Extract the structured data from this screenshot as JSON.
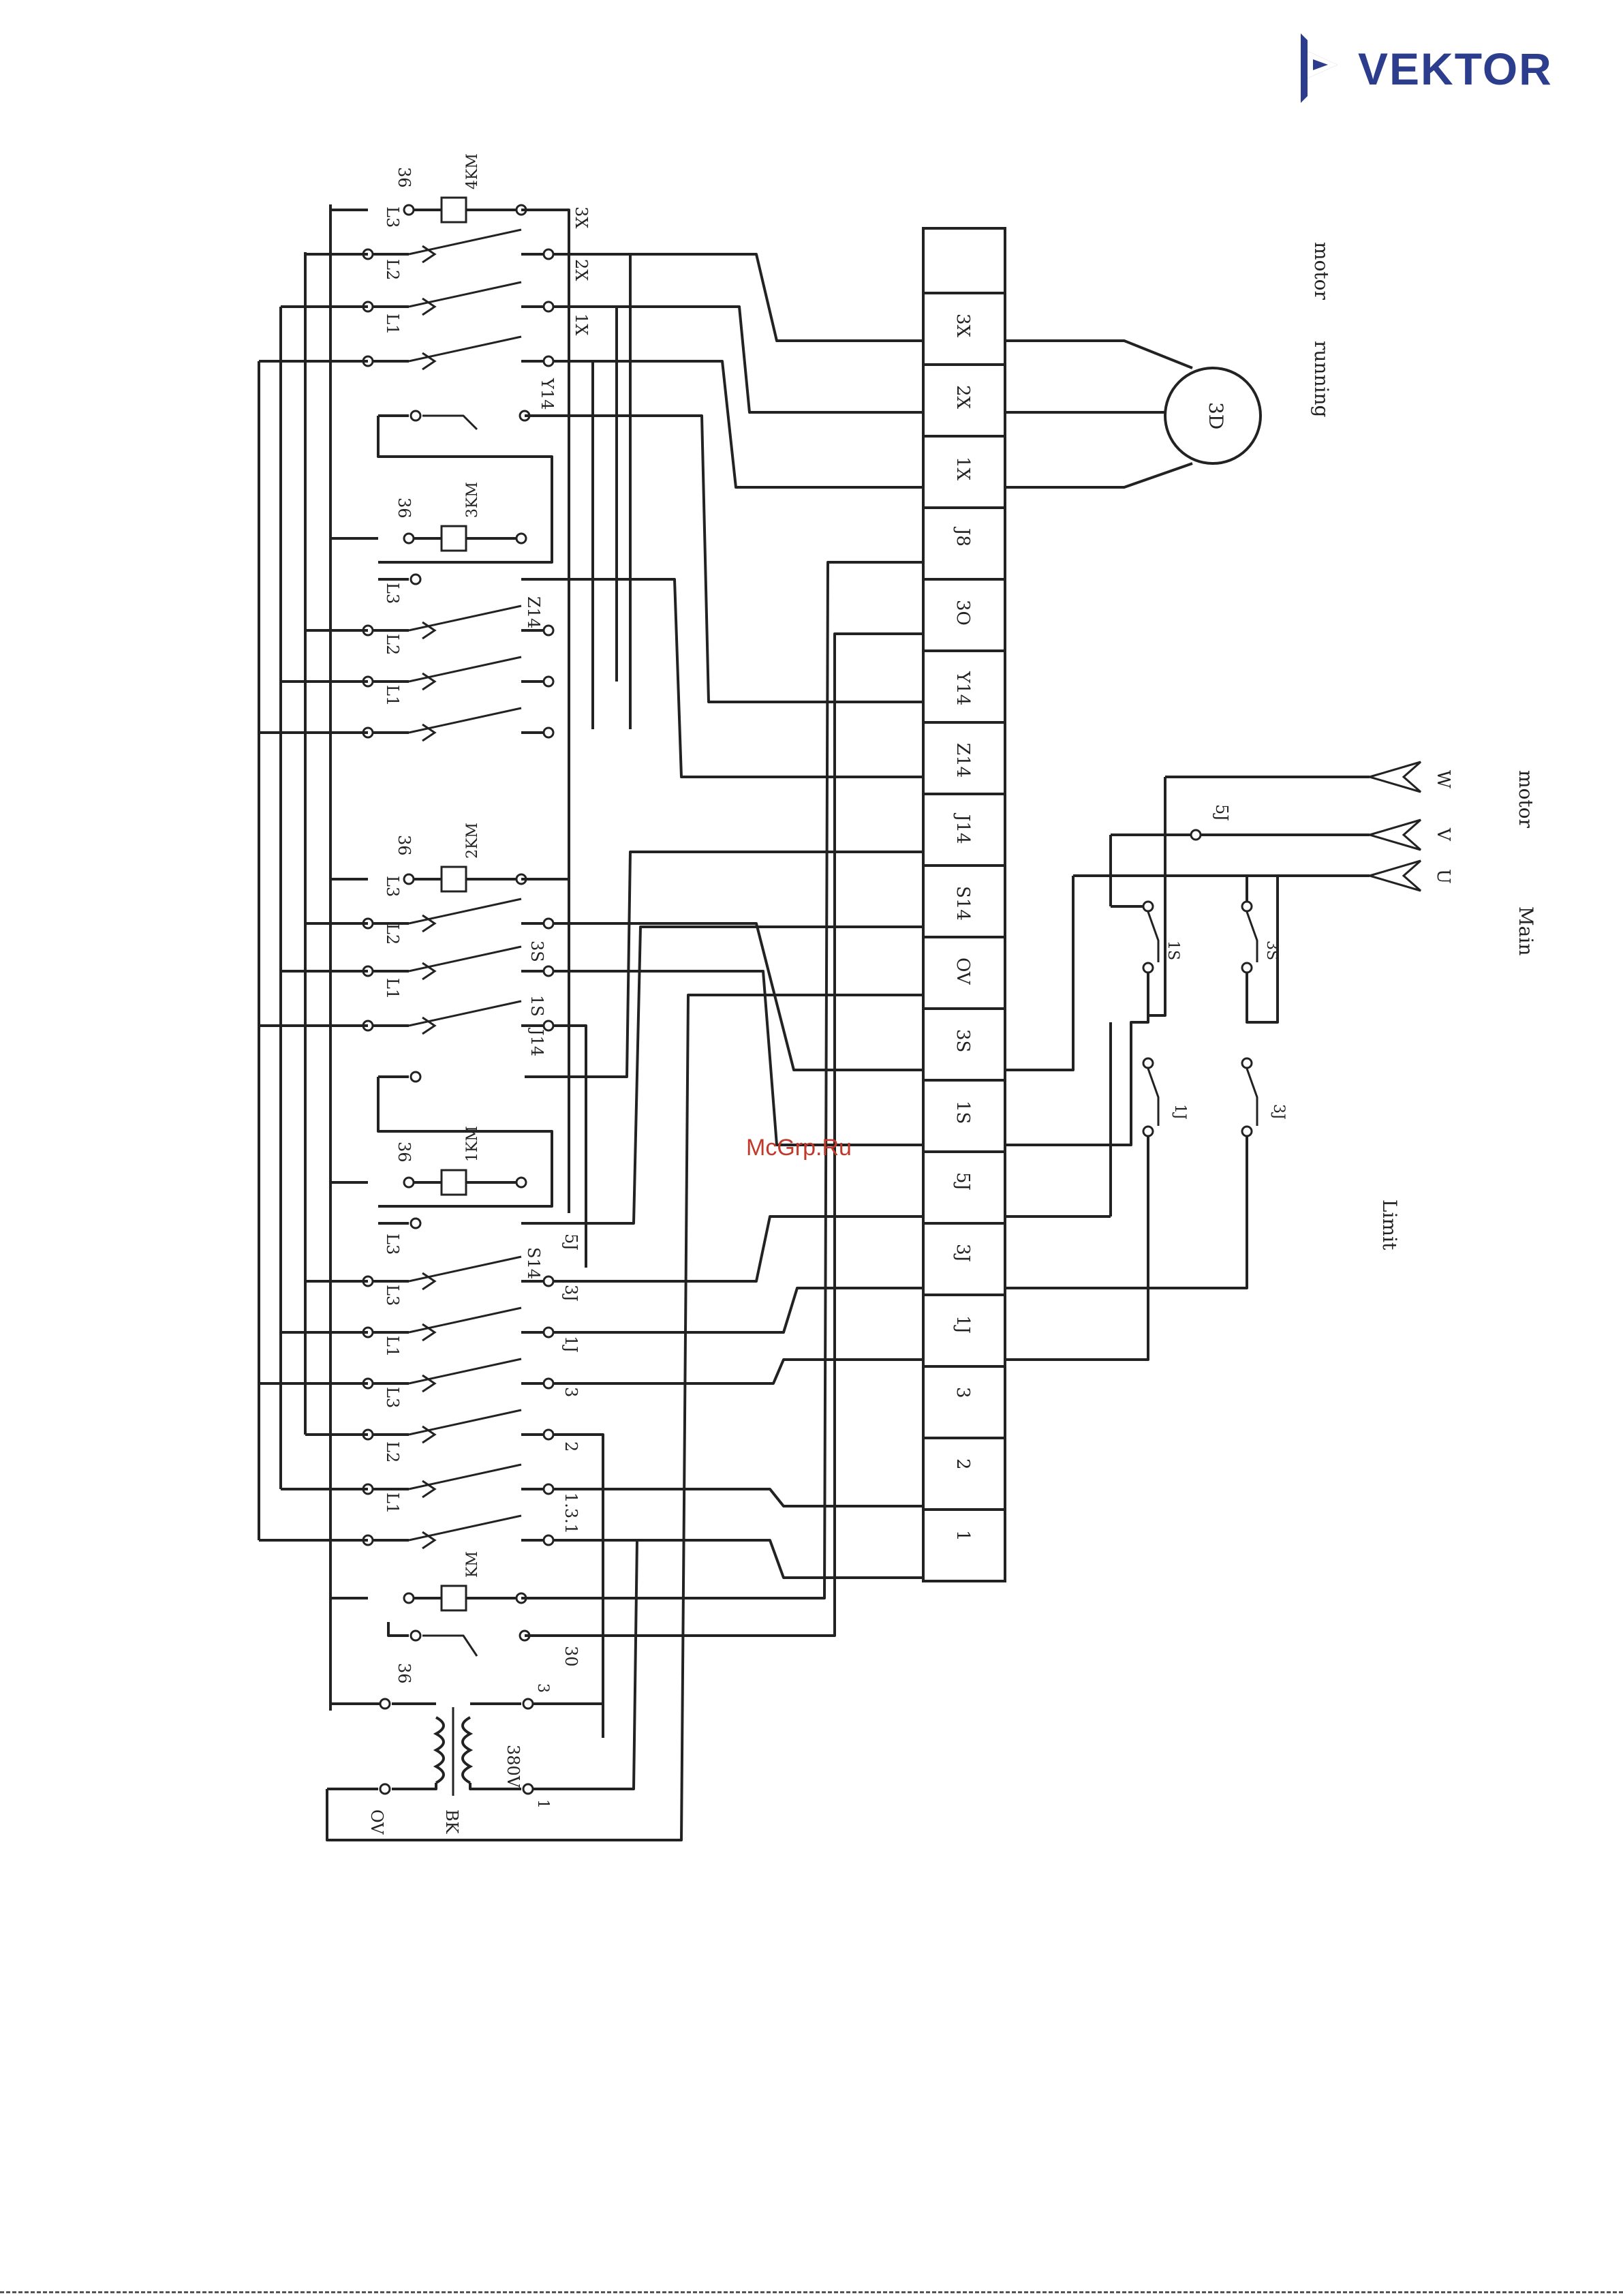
{
  "brand": {
    "name": "VEKTOR",
    "color": "#2b3d8c",
    "icon": "vektor-logo-icon"
  },
  "watermark": {
    "text": "McGrp.Ru",
    "color": "#c0392b"
  },
  "terminal_block": [
    "3X",
    "2X",
    "1X",
    "J8",
    "3O",
    "Y14",
    "Z14",
    "J14",
    "S14",
    "OV",
    "3S",
    "1S",
    "5J",
    "3J",
    "1J",
    "3",
    "2",
    "1"
  ],
  "running_motor": {
    "symbol": "3D",
    "label_a": "running",
    "label_b": "motor"
  },
  "main_motor": {
    "phases": [
      "W",
      "V",
      "U"
    ],
    "label_a": "Main",
    "label_b": "motor",
    "switch": "5J"
  },
  "limit": {
    "label": "Limit",
    "switches": [
      "1S",
      "3S",
      "1J",
      "3J"
    ]
  },
  "contactors": {
    "km4": {
      "coil": "4KM",
      "voltage": "36",
      "poles": [
        "L3",
        "L2",
        "L1"
      ],
      "outputs": [
        "3X",
        "2X",
        "1X"
      ],
      "aux": "Y14"
    },
    "km3": {
      "coil": "3KM",
      "voltage": "36",
      "poles": [
        "L3",
        "L2",
        "L1"
      ],
      "aux": "Z14"
    },
    "km2": {
      "coil": "2KM",
      "voltage": "36",
      "poles": [
        "L3",
        "L2",
        "L1"
      ],
      "outputs": [
        "3S",
        "1S"
      ],
      "aux": "J14"
    },
    "km1": {
      "coil": "1KM",
      "voltage": "36",
      "poles": [
        "L3",
        "L3",
        "L1",
        "L3",
        "L2",
        "L1"
      ],
      "outputs": [
        "5J",
        "3J",
        "1J",
        "3",
        "2",
        "1.3.1"
      ],
      "aux": "S14"
    },
    "km0": {
      "coil": "KM",
      "outputs": [
        "30"
      ]
    }
  },
  "transformer": {
    "primary": "380V",
    "secondary": "36",
    "taps": [
      "3",
      "1"
    ],
    "left_labels": [
      "OV",
      "BK"
    ]
  }
}
